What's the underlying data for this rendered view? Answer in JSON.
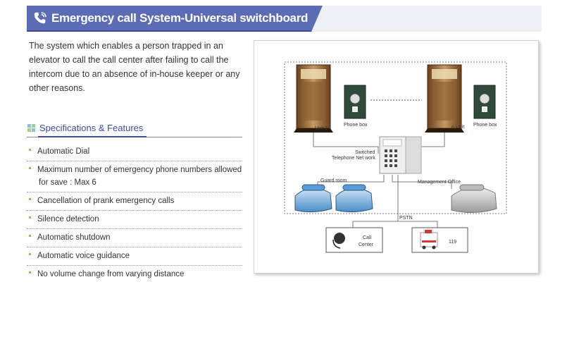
{
  "header": {
    "title": "Emergency call System-Universal switchboard",
    "icon": "phone-icon",
    "accent": "#5c6bb6"
  },
  "intro_text": "The system which enables a person trapped in an elevator to call the call center after failing to call the intercom due to an absence of in-house keeper or any other reasons.",
  "specs": {
    "title": "Specifications & Features",
    "icon": "grid-icon",
    "items": [
      {
        "line1": "Automatic Dial"
      },
      {
        "line1": "Maximum number of emergency phone numbers allowed",
        "line2": "for save : Max 6"
      },
      {
        "line1": "Cancellation of prank emergency calls"
      },
      {
        "line1": "Silence detection"
      },
      {
        "line1": "Automatic shutdown"
      },
      {
        "line1": "Automatic voice guidance"
      },
      {
        "line1": "No volume change from varying distance"
      }
    ]
  },
  "diagram": {
    "unit1": "Unit 1",
    "unitn": "n Unit",
    "phone_box": "Phone box",
    "switched_line1": "Switched",
    "switched_line2": "Telephone Net work",
    "guard_room": "Guard room",
    "management_office": "Management Office",
    "pstn": "PSTN",
    "call_line1": "Call",
    "call_line2": "Center",
    "emergency_number": "119"
  }
}
